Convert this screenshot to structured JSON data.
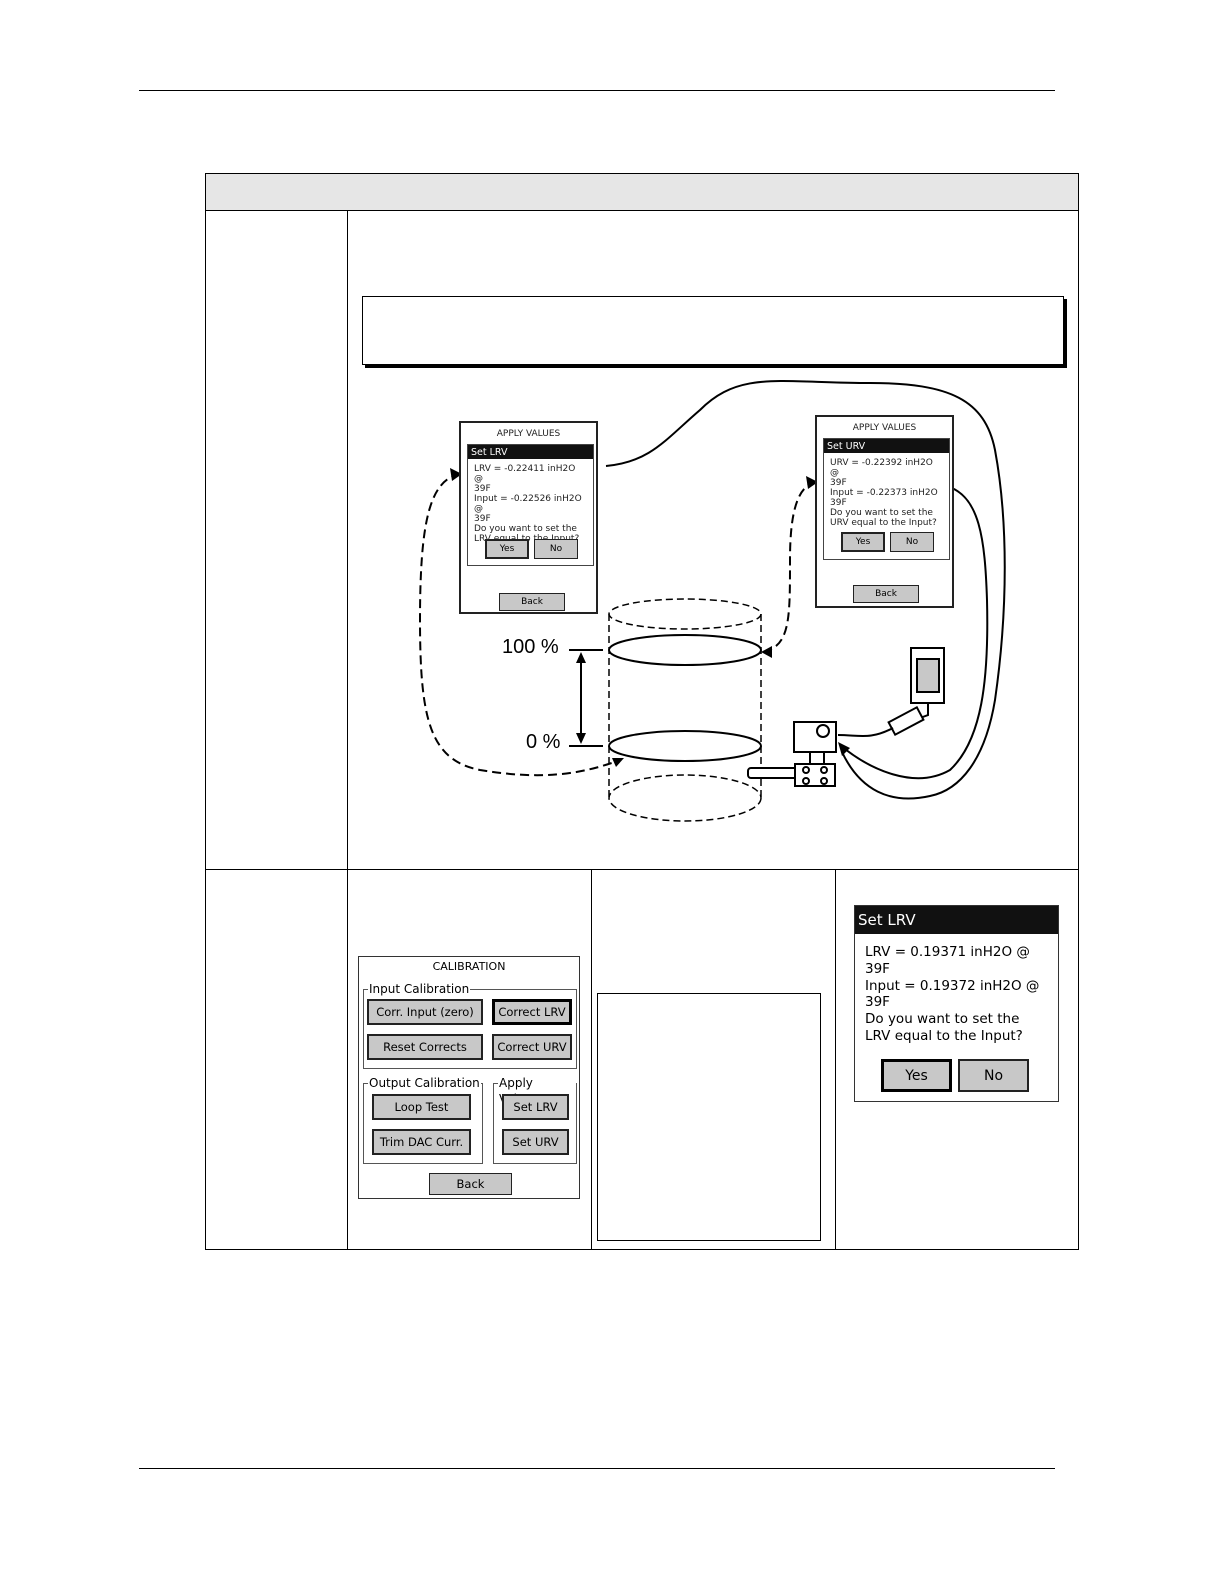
{
  "diagram": {
    "lrv_screen": {
      "title": "APPLY VALUES",
      "header": "Set LRV",
      "lines": [
        "LRV = -0.22411 inH2O @",
        "39F",
        "Input = -0.22526 inH2O @",
        "39F",
        "Do you want to set the",
        "LRV equal to the Input?"
      ],
      "yes": "Yes",
      "no": "No",
      "back": "Back"
    },
    "urv_screen": {
      "title": "APPLY VALUES",
      "header": "Set URV",
      "lines": [
        "URV = -0.22392 inH2O @",
        "39F",
        "Input = -0.22373 inH2O",
        "39F",
        "Do you want to set the",
        "URV equal to the Input?"
      ],
      "yes": "Yes",
      "no": "No",
      "back": "Back"
    },
    "label_100": "100 %",
    "label_0": "0 %"
  },
  "calibration": {
    "title": "CALIBRATION",
    "input_group": "Input Calibration",
    "output_group": "Output Calibration",
    "apply_group": "Apply Values",
    "buttons": {
      "corr_input": "Corr. Input (zero)",
      "correct_lrv": "Correct LRV",
      "reset_corrects": "Reset Corrects",
      "correct_urv": "Correct URV",
      "loop_test": "Loop Test",
      "set_lrv": "Set LRV",
      "trim_dac": "Trim DAC Curr.",
      "set_urv": "Set URV",
      "back": "Back"
    }
  },
  "set_lrv_dialog": {
    "header": "Set LRV",
    "lines": [
      "LRV = 0.19371 inH2O @",
      "39F",
      "Input = 0.19372 inH2O @",
      "39F",
      "Do you want to set the",
      "LRV equal to the Input?"
    ],
    "yes": "Yes",
    "no": "No"
  }
}
